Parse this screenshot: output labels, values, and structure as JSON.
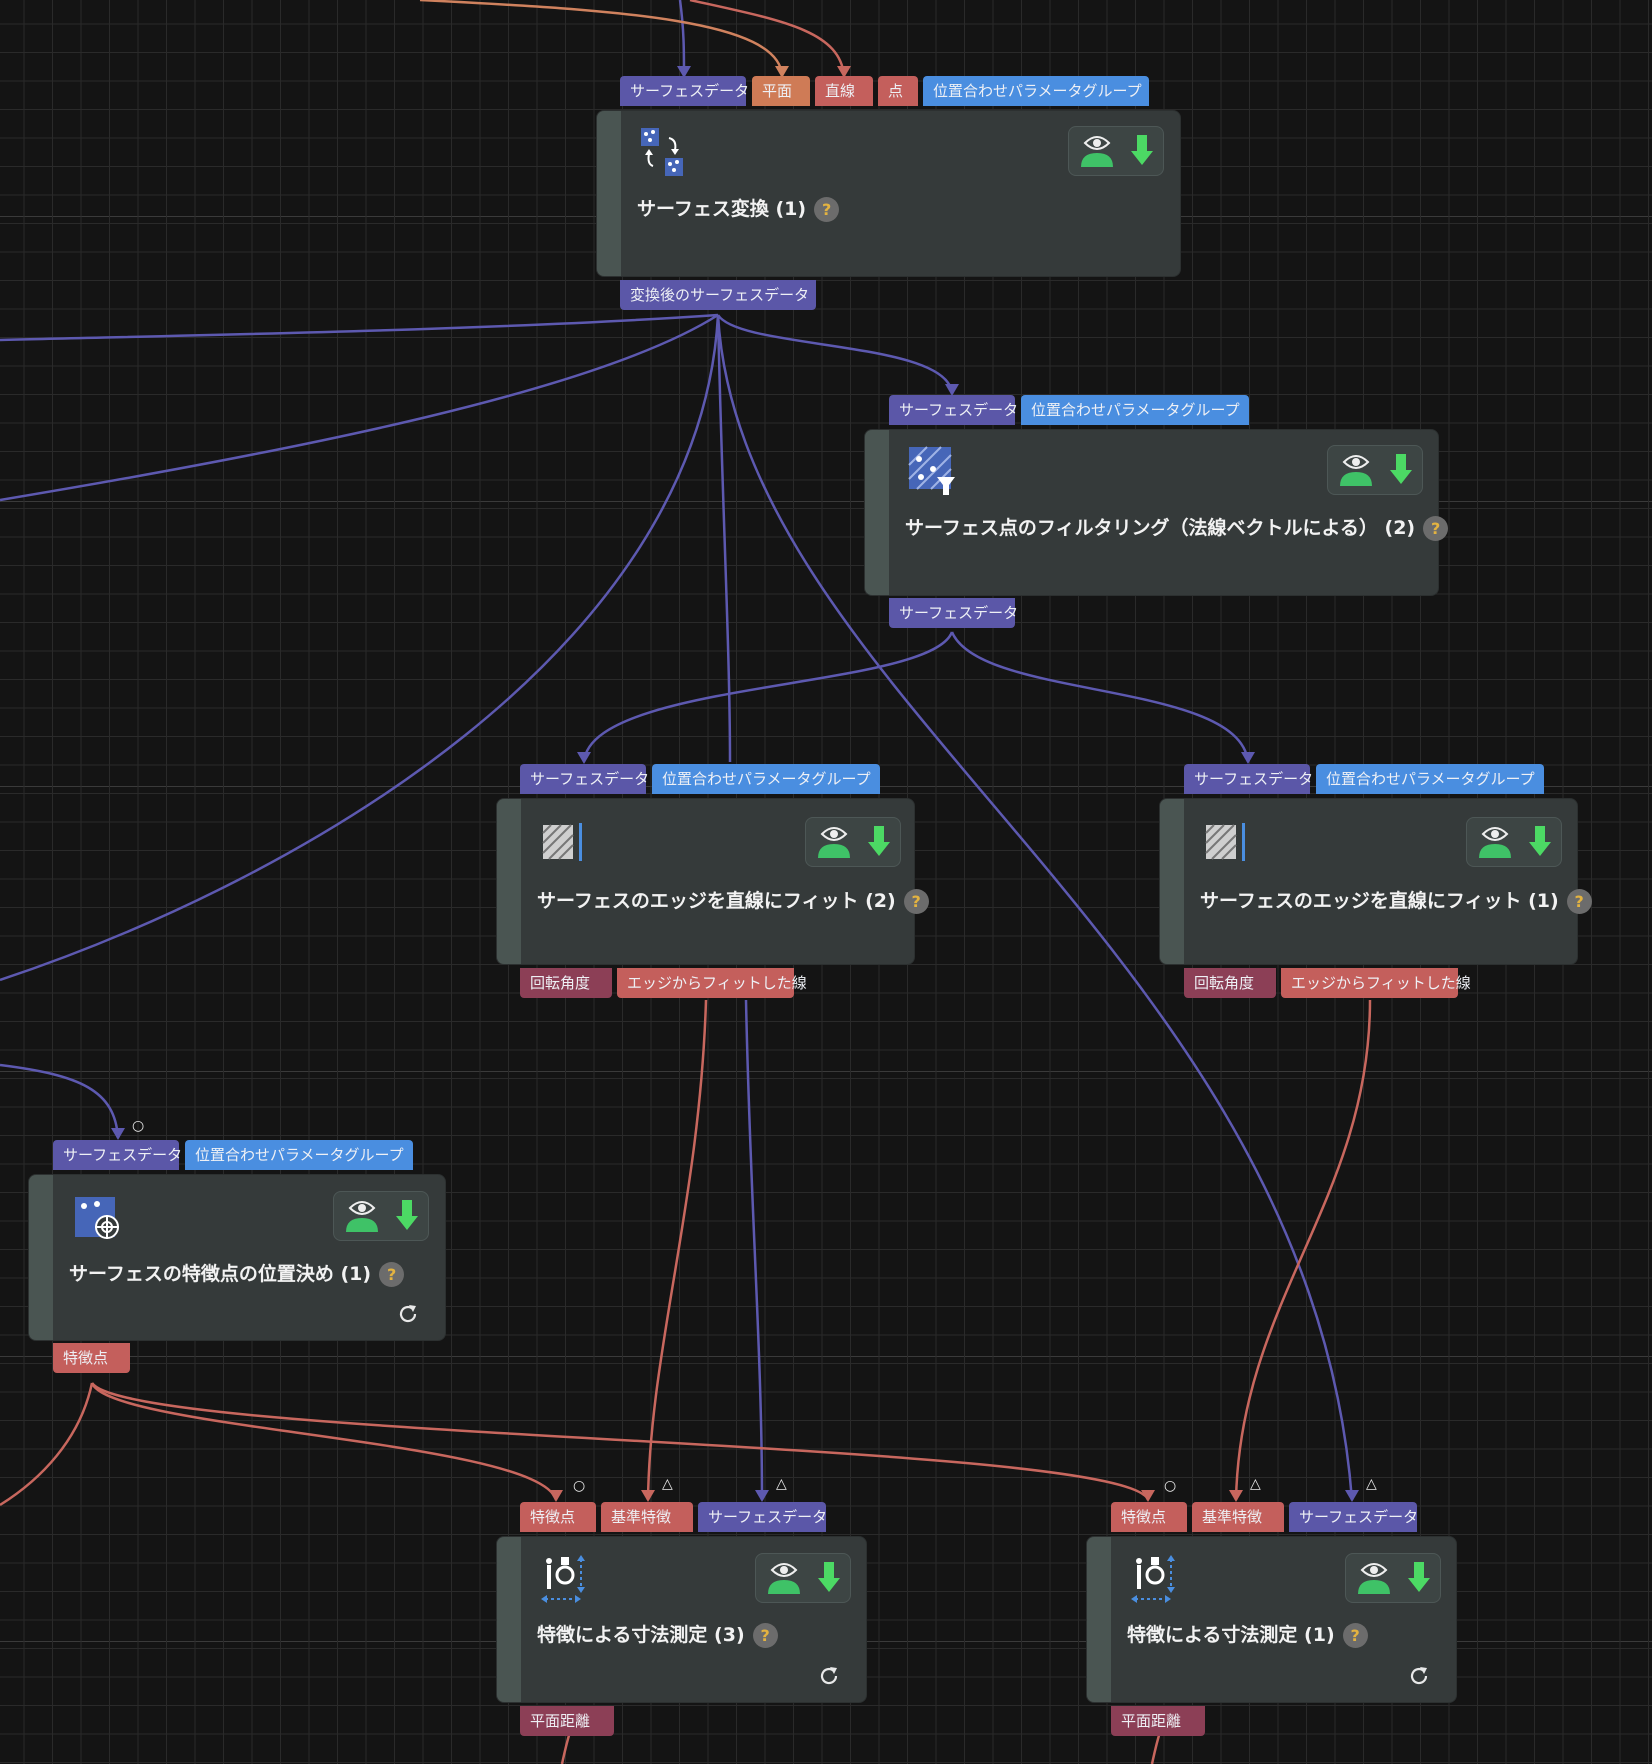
{
  "colors": {
    "surface": "#5b57a8",
    "param_group": "#4a8ee0",
    "plane": "#cf7b56",
    "line": "#c45f5c",
    "distance": "#8c3f56",
    "wire_purple": "#5d59b0",
    "wire_red": "#c8675e",
    "wire_orange": "#d0825e"
  },
  "nodes": {
    "transform": {
      "title": "サーフェス変換 (1)",
      "inputs": [
        "サーフェスデータ",
        "平面",
        "直線",
        "点",
        "位置合わせパラメータグループ"
      ],
      "outputs": [
        "変換後のサーフェスデータ"
      ]
    },
    "filter": {
      "title": "サーフェス点のフィルタリング（法線ベクトルによる） (2)",
      "inputs": [
        "サーフェスデータ",
        "位置合わせパラメータグループ"
      ],
      "outputs": [
        "サーフェスデータ"
      ]
    },
    "edge_fit_2": {
      "title": "サーフェスのエッジを直線にフィット (2)",
      "inputs": [
        "サーフェスデータ",
        "位置合わせパラメータグループ"
      ],
      "outputs": [
        "回転角度",
        "エッジからフィットした線"
      ]
    },
    "edge_fit_1": {
      "title": "サーフェスのエッジを直線にフィット (1)",
      "inputs": [
        "サーフェスデータ",
        "位置合わせパラメータグループ"
      ],
      "outputs": [
        "回転角度",
        "エッジからフィットした線"
      ]
    },
    "feature_pos": {
      "title": "サーフェスの特徴点の位置決め (1)",
      "inputs": [
        "サーフェスデータ",
        "位置合わせパラメータグループ"
      ],
      "outputs": [
        "特徴点"
      ]
    },
    "measure_3": {
      "title": "特徴による寸法測定 (3)",
      "inputs": [
        "特徴点",
        "基準特徴",
        "サーフェスデータ"
      ],
      "outputs": [
        "平面距離"
      ]
    },
    "measure_1": {
      "title": "特徴による寸法測定 (1)",
      "inputs": [
        "特徴点",
        "基準特徴",
        "サーフェスデータ"
      ],
      "outputs": [
        "平面距離"
      ]
    }
  },
  "help_mark": "?",
  "optional_mark": "○",
  "warning_mark": "△"
}
